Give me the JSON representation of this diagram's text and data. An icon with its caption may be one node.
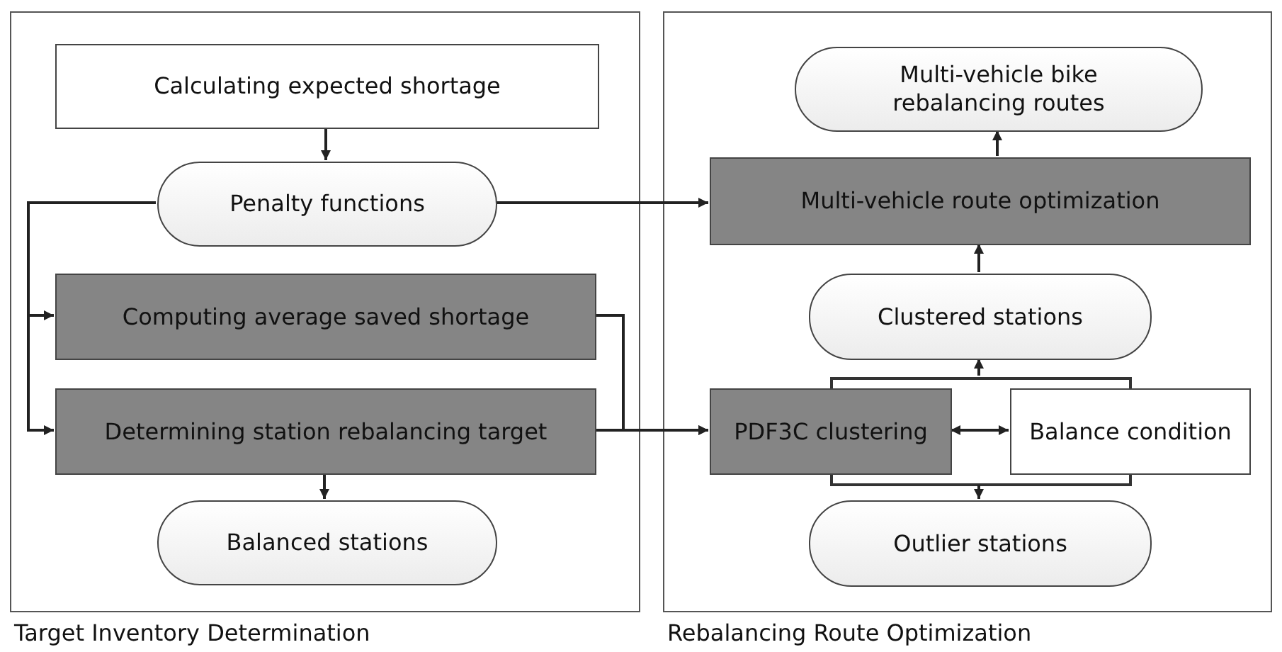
{
  "diagram": {
    "nodes": [
      {
        "text": [
          "Target Inventory Determination"
        ]
      },
      {
        "text": [
          "Calculating expected shortage"
        ],
        "in": 0
      },
      {
        "text": [
          "Penalty functions"
        ],
        "in": 0
      },
      {
        "text": [
          "Computing average saved shortage"
        ],
        "in": 0
      },
      {
        "text": [
          "Determining station rebalancing target"
        ],
        "in": 0
      },
      {
        "text": [
          "Balanced stations"
        ],
        "in": 0
      },
      {
        "text": [
          "Rebalancing Route Optimization"
        ]
      },
      {
        "text": [
          "Multi-vehicle bike rebalancing routes"
        ],
        "in": 6
      },
      {
        "text": [
          "Multi-vehicle route optimization"
        ],
        "in": 6
      },
      {
        "text": [
          "Clustered stations"
        ],
        "in": 6
      },
      {
        "text": [],
        "shape": "bar",
        "in": 6
      },
      {
        "text": [
          "PDF3C clustering"
        ],
        "in": 6
      },
      {
        "text": [
          "Balance condition"
        ],
        "in": 6
      },
      {
        "text": [],
        "shape": "bar",
        "in": 6
      },
      {
        "text": [
          "Outlier stations"
        ],
        "in": 6
      }
    ],
    "edges": [
      {
        "from": 1,
        "to": 2,
        "arrow": "to"
      },
      {
        "from": 2,
        "to": 3,
        "arrow": "to"
      },
      {
        "from": 2,
        "to": 4,
        "arrow": "to"
      },
      {
        "from": 2,
        "to": 8,
        "arrow": "to"
      },
      {
        "from": 3,
        "to": 11,
        "arrow": "to"
      },
      {
        "from": 4,
        "to": 11,
        "arrow": "to"
      },
      {
        "from": 4,
        "to": 5,
        "arrow": "to"
      },
      {
        "from": 11,
        "to": 12,
        "arrow": "both"
      },
      {
        "from": 10,
        "to": 9,
        "arrow": "to"
      },
      {
        "from": 13,
        "to": 14,
        "arrow": "to"
      },
      {
        "from": 9,
        "to": 8,
        "arrow": "to"
      },
      {
        "from": 8,
        "to": 7,
        "arrow": "to"
      }
    ]
  }
}
